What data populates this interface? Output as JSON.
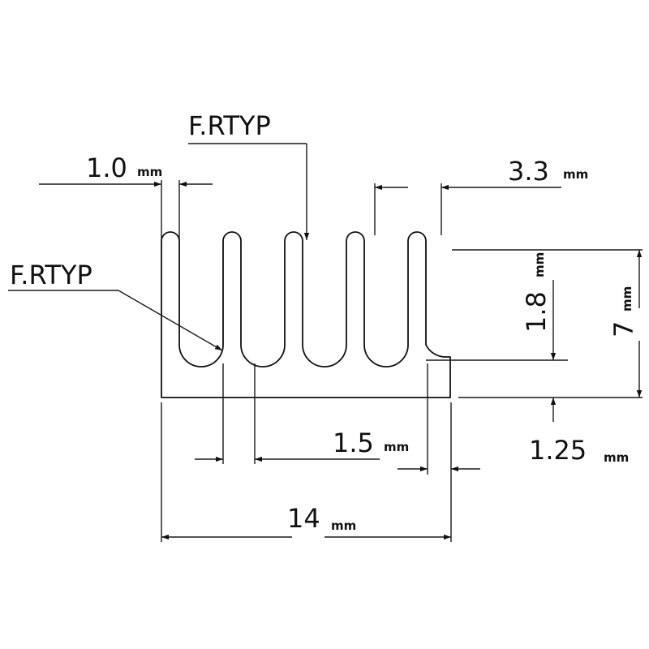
{
  "dimensions": {
    "fin_width": {
      "value": "1.0",
      "unit": "mm"
    },
    "fin_pitch": {
      "value": "3.3",
      "unit": "mm"
    },
    "fin_height": {
      "value": "1.8",
      "unit": "mm"
    },
    "total_height": {
      "value": "7",
      "unit": "mm"
    },
    "fin_gap": {
      "value": "1.5",
      "unit": "mm"
    },
    "base_thickness": {
      "value": "1.25",
      "unit": "mm"
    },
    "total_width": {
      "value": "14",
      "unit": "mm"
    }
  },
  "notes": {
    "radius_top": "F.RTYP",
    "radius_left": "F.RTYP"
  },
  "colors": {
    "line": "#111111",
    "background": "#ffffff"
  }
}
